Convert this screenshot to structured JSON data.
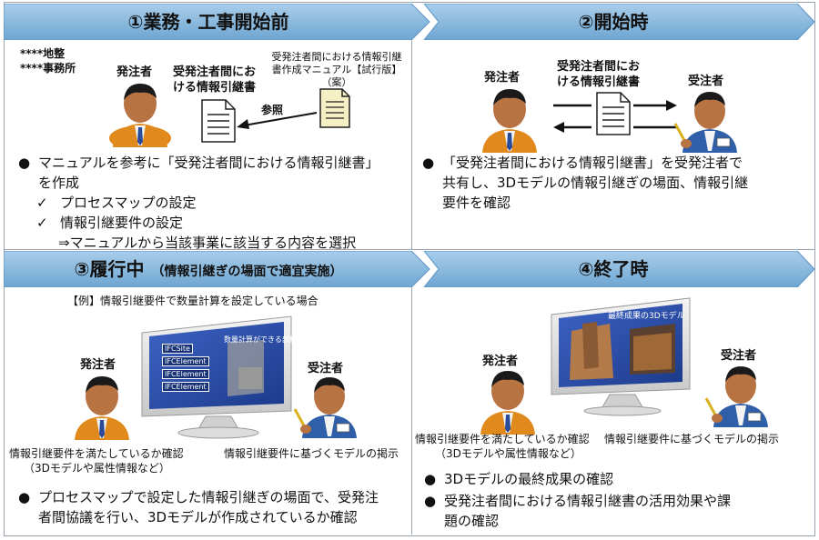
{
  "panels": {
    "p1": {
      "title": "①業務・工事開始前",
      "org_line1": "****地整",
      "org_line2": "****事務所",
      "client": "発注者",
      "doc_label_line1": "受発注者間にお",
      "doc_label_line2": "ける情報引継書",
      "manual_line1": "受発注者間における情報引継",
      "manual_line2": "書作成マニュアル【試行版】",
      "manual_line3": "（案）",
      "ref_label": "参照",
      "bullet_line1": "マニュアルを参考に「受発注者間における情報引継書」",
      "bullet_line2": "を作成",
      "check1": "プロセスマップの設定",
      "check2": "情報引継要件の設定",
      "arrow_note": "⇒マニュアルから当該事業に該当する内容を選択"
    },
    "p2": {
      "title": "②開始時",
      "client": "発注者",
      "contractor": "受注者",
      "doc_label_line1": "受発注者間にお",
      "doc_label_line2": "ける情報引継書",
      "bullet_line1": "「受発注者間における情報引継書」を受発注者で",
      "bullet_line2": "共有し、3Dモデルの情報引継ぎの場面、情報引継",
      "bullet_line3": "要件を確認"
    },
    "p3": {
      "title": "③履行中",
      "subtitle": "（情報引継ぎの場面で適宜実施）",
      "example": "【例】情報引継要件で数量計算を設定している場合",
      "client": "発注者",
      "contractor": "受注者",
      "screen_caption": "数量計算ができる部材構成",
      "ifc_items": [
        "IFCSite",
        "IFCElement",
        "IFCElement",
        "IFCElement"
      ],
      "client_caption_line1": "情報引継要件を満たしているか確認",
      "client_caption_line2": "（3Dモデルや属性情報など）",
      "contractor_caption": "情報引継要件に基づくモデルの掲示",
      "bullet_line1": "プロセスマップで設定した情報引継ぎの場面で、受発注",
      "bullet_line2": "者間協議を行い、3Dモデルが作成されているか確認"
    },
    "p4": {
      "title": "④終了時",
      "screen_caption": "最終成果の3Dモデル",
      "client": "発注者",
      "contractor": "受注者",
      "client_caption_line1": "情報引継要件を満たしているか確認",
      "client_caption_line2": "（3Dモデルや属性情報など）",
      "contractor_caption": "情報引継要件に基づくモデルの掲示",
      "bullet1": "3Dモデルの最終成果の確認",
      "bullet2_line1": "受発注者間における情報引継書の活用効果や課",
      "bullet2_line2": "題の確認"
    }
  },
  "symbols": {
    "bullet": "●",
    "check": "✓"
  },
  "colors": {
    "banner_fill": "#7fb2d8",
    "banner_dark": "#4f8fc0",
    "client_shirt": "#e08a1e",
    "contractor_shirt": "#2f5fa8",
    "screen_blue": "#2a4fa8"
  }
}
